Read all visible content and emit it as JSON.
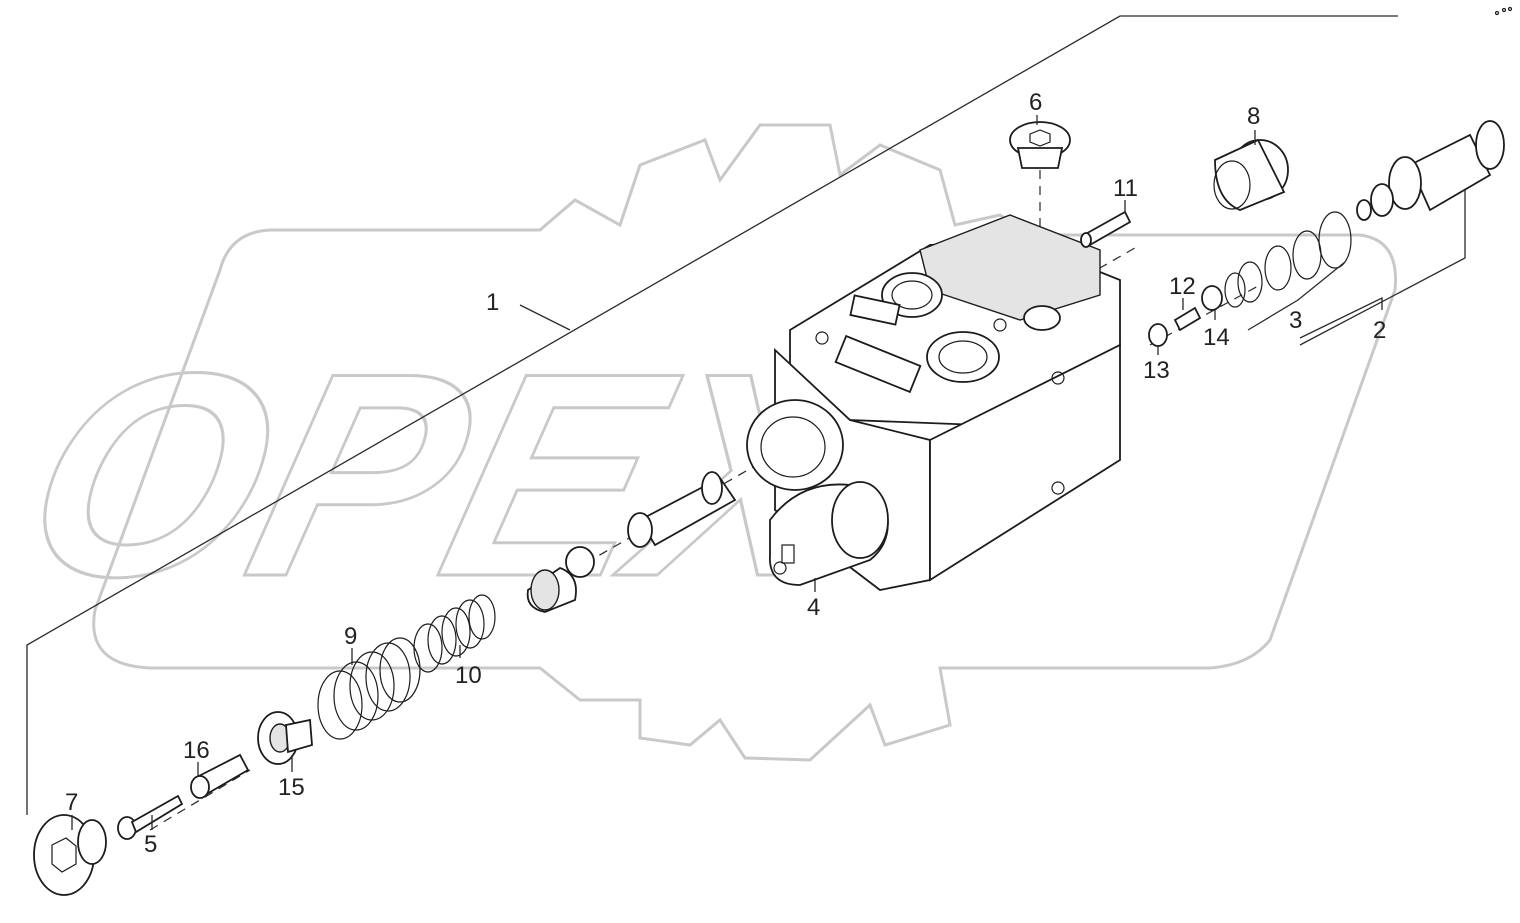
{
  "watermark": {
    "text": "OPEX",
    "color": "#c9c9c9"
  },
  "callouts": [
    {
      "id": "1",
      "label": "1"
    },
    {
      "id": "2",
      "label": "2"
    },
    {
      "id": "3",
      "label": "3"
    },
    {
      "id": "4",
      "label": "4"
    },
    {
      "id": "5",
      "label": "5"
    },
    {
      "id": "6",
      "label": "6"
    },
    {
      "id": "7",
      "label": "7"
    },
    {
      "id": "8",
      "label": "8"
    },
    {
      "id": "9",
      "label": "9"
    },
    {
      "id": "10",
      "label": "10"
    },
    {
      "id": "11",
      "label": "11"
    },
    {
      "id": "12",
      "label": "12"
    },
    {
      "id": "13",
      "label": "13"
    },
    {
      "id": "14",
      "label": "14"
    },
    {
      "id": "15",
      "label": "15"
    },
    {
      "id": "16",
      "label": "16"
    }
  ],
  "colors": {
    "line": "#2a2a2a",
    "background": "#ffffff",
    "watermark": "#c9c9c9"
  }
}
